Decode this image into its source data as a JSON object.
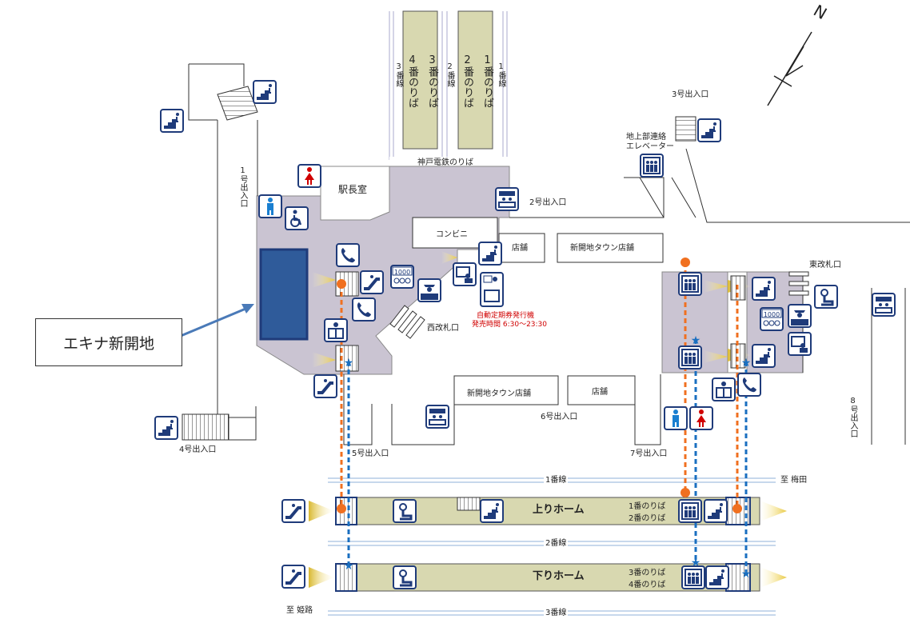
{
  "north": "N",
  "kobe_platforms": [
    "4番のりば",
    "3番のりば",
    "2番のりば",
    "1番のりば"
  ],
  "kobe_tracks": [
    "3番線",
    "2番線",
    "1番線"
  ],
  "kobe_platform_name": "神戸電鉄のりば",
  "stationmaster": "駅長室",
  "convenience": "コンビニ",
  "shop": "店舗",
  "mall_shops": "新開地タウン店舗",
  "west_gate": "西改札口",
  "east_gate": "東改札口",
  "ticket_machine": {
    "title": "自動定期券発行機",
    "hours": "発売時間 6:30～23:30"
  },
  "ground_elevator": [
    "地上部連絡",
    "エレベーター"
  ],
  "exits": {
    "e1": "1号出入口",
    "e2": "2号出入口",
    "e3": "3号出入口",
    "e4": "4号出入口",
    "e5": "5号出入口",
    "e6": "6号出入口",
    "e7": "7号出入口",
    "e8": "8号出入口"
  },
  "callout": "エキナ新開地",
  "tracks": {
    "t1": "1番線",
    "t2": "2番線",
    "t3": "3番線"
  },
  "to_umeda": "至 梅田",
  "to_himeji": "至 姫路",
  "up_platform": {
    "name": "上りホーム",
    "lines": [
      "1番のりば",
      "2番のりば"
    ]
  },
  "down_platform": {
    "name": "下りホーム",
    "lines": [
      "3番のりば",
      "4番のりば"
    ]
  },
  "fare_sign": "1000",
  "colors": {
    "concourse": "#cac4d2",
    "icon": "#1f3b7a",
    "platform": "#d8d8b0",
    "orange_route": "#f07020",
    "blue_route": "#1a6fc0",
    "callout_shape": "#2f5b9a",
    "wc_red": "#d00000"
  }
}
